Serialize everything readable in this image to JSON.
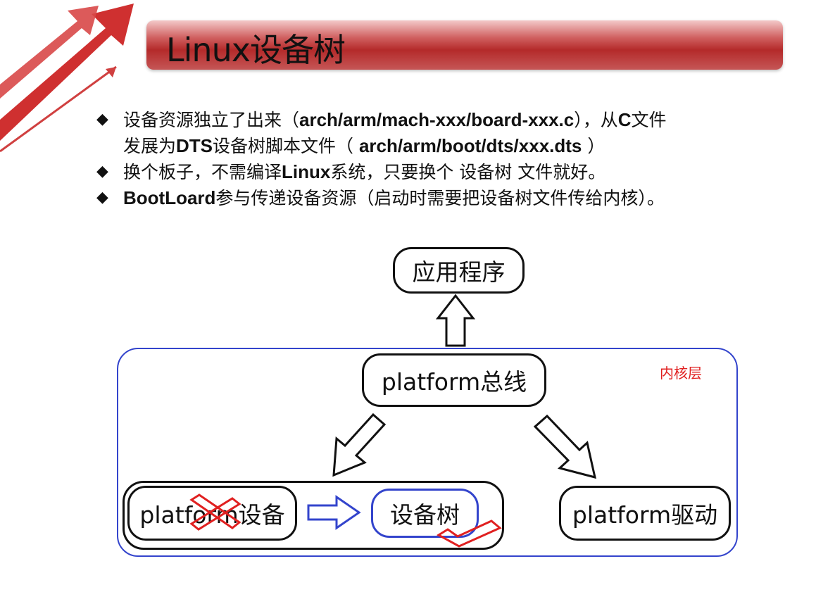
{
  "slide": {
    "title": "Linux设备树",
    "bullets": [
      {
        "line1_parts": [
          "设备资源独立了出来（",
          "arch/arm/mach-xxx/board-xxx.c",
          "），从",
          "C",
          "文件"
        ],
        "line2_parts": [
          "发展为",
          "DTS",
          "设备树脚本文件（ ",
          "arch/arm/boot/dts/xxx.dts",
          " ）"
        ]
      },
      {
        "parts": [
          "换个板子，不需编译",
          "Linux",
          "系统，只要换个 设备树 文件就好。"
        ]
      },
      {
        "parts": [
          "BootLoard",
          "参与传递设备资源（启动时需要把设备树文件传给内核）。"
        ]
      }
    ]
  },
  "diagram": {
    "app_label": "应用程序",
    "bus_label": "platform总线",
    "kernel_label": "内核层",
    "device_label": "platform设备",
    "dt_label": "设备树",
    "driver_label": "platform驱动"
  }
}
